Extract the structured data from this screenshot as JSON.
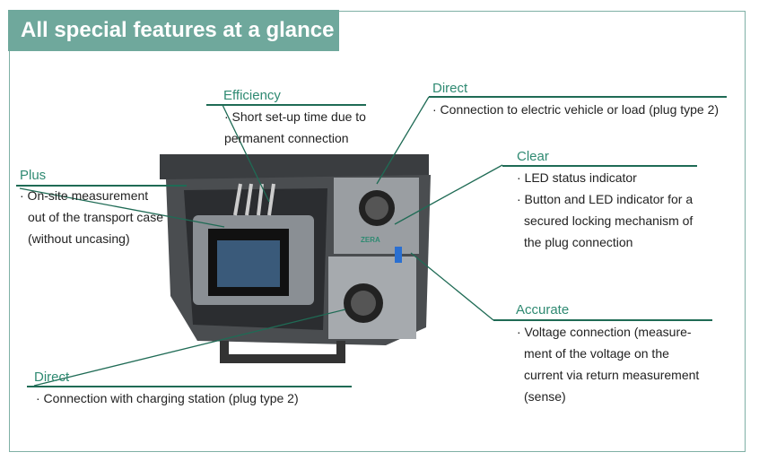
{
  "title": "All special features at a glance",
  "callouts": {
    "efficiency": {
      "heading": "Efficiency",
      "lines": [
        "· Short set-up time due to",
        "permanent connection"
      ]
    },
    "direct_top": {
      "heading": "Direct",
      "lines": [
        "· Connection to electric vehicle or load (plug type 2)"
      ]
    },
    "plus": {
      "heading": "Plus",
      "lines": [
        "· On-site measurement",
        "out of the transport case",
        "(without uncasing)"
      ]
    },
    "clear": {
      "heading": "Clear",
      "lines": [
        "· LED status indicator",
        "· Button and LED indicator for a",
        "secured locking mechanism of",
        "the plug connection"
      ]
    },
    "accurate": {
      "heading": "Accurate",
      "lines": [
        "· Voltage connection (measure-",
        "ment of the voltage on the",
        "current via return measurement",
        "(sense)"
      ]
    },
    "direct_bottom": {
      "heading": "Direct",
      "lines": [
        "· Connection with charging station (plug type 2)"
      ]
    }
  },
  "device": {
    "brand": "ZERA"
  },
  "colors": {
    "accent": "#6fa89c",
    "heading": "#2f8a72",
    "line": "#1f6b55"
  }
}
